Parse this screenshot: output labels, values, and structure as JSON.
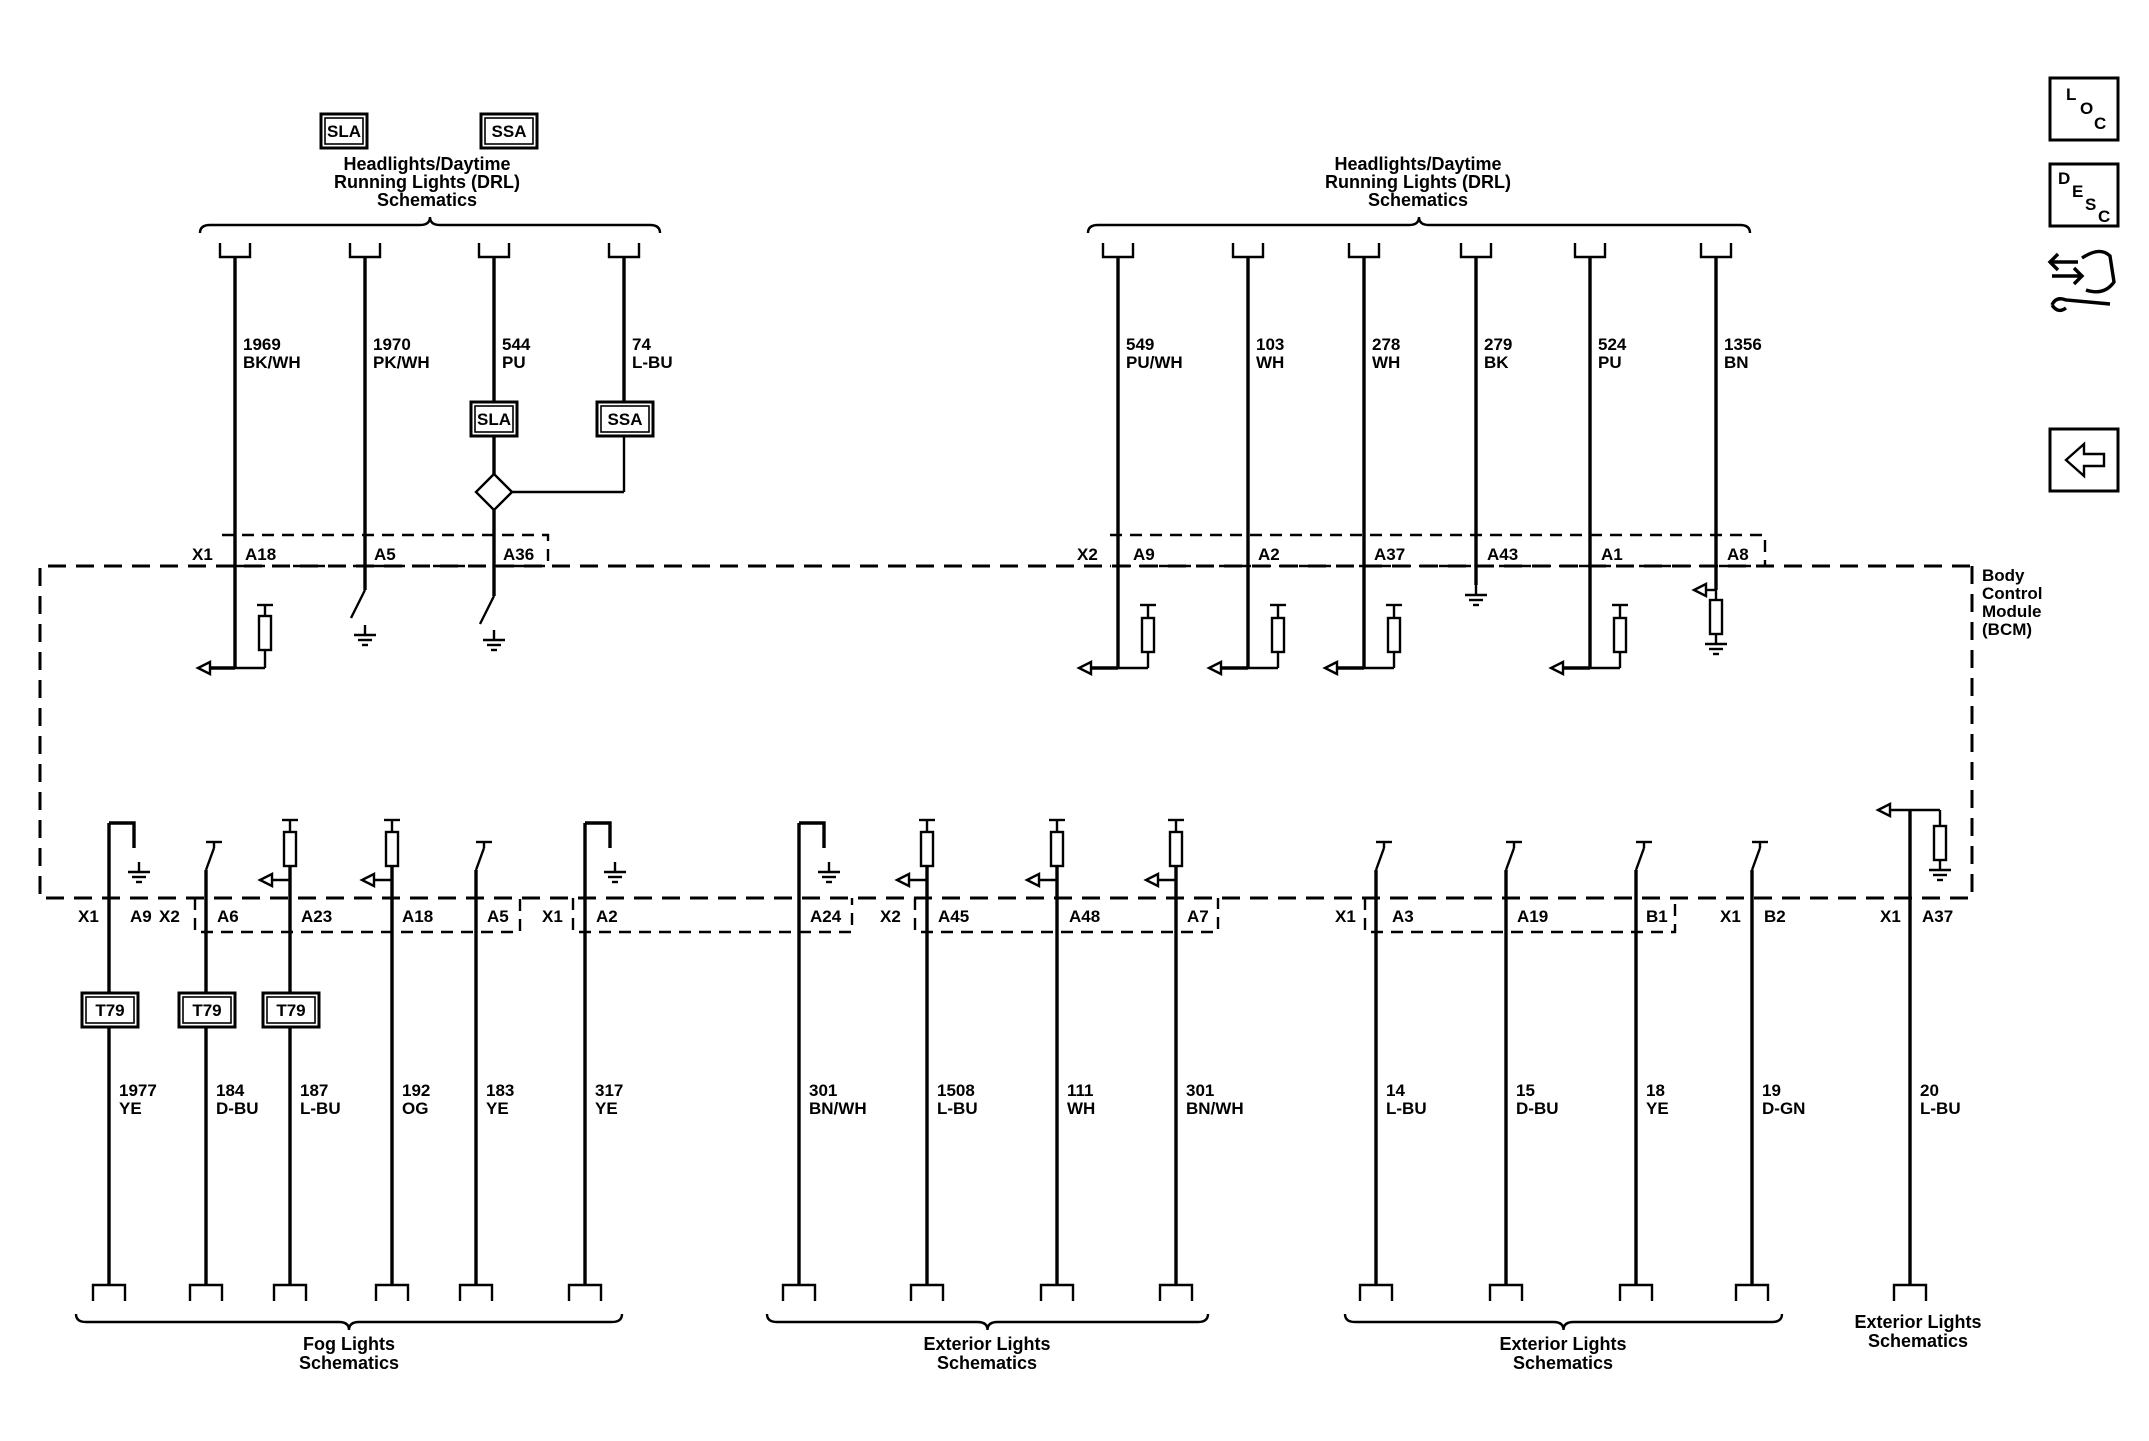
{
  "module": {
    "name_lines": [
      "Body",
      "Control",
      "Module",
      "(BCM)"
    ]
  },
  "top_left": {
    "badges": [
      "SLA",
      "SSA"
    ],
    "group_lines": [
      "Headlights/Daytime",
      "Running Lights (DRL)",
      "Schematics"
    ],
    "connector": "X1",
    "wires": [
      {
        "circuit": "1969",
        "color": "BK/WH",
        "pin": "A18"
      },
      {
        "circuit": "1970",
        "color": "PK/WH",
        "pin": "A5"
      },
      {
        "circuit": "544",
        "color": "PU",
        "pin": "A36"
      },
      {
        "circuit": "74",
        "color": "L-BU",
        "pin": ""
      }
    ],
    "inline_badges": [
      "SLA",
      "SSA"
    ]
  },
  "top_right": {
    "group_lines": [
      "Headlights/Daytime",
      "Running Lights (DRL)",
      "Schematics"
    ],
    "connector": "X2",
    "wires": [
      {
        "circuit": "549",
        "color": "PU/WH",
        "pin": "A9"
      },
      {
        "circuit": "103",
        "color": "WH",
        "pin": "A2"
      },
      {
        "circuit": "278",
        "color": "WH",
        "pin": "A37"
      },
      {
        "circuit": "279",
        "color": "BK",
        "pin": "A43"
      },
      {
        "circuit": "524",
        "color": "PU",
        "pin": "A1"
      },
      {
        "circuit": "1356",
        "color": "BN",
        "pin": "A8"
      }
    ]
  },
  "bottom": {
    "connectors": [
      "X1",
      "X2",
      "X1",
      "X2",
      "X1",
      "X1",
      "X1"
    ],
    "wires": [
      {
        "circuit": "1977",
        "color": "YE",
        "pin": "A9",
        "badge": "T79"
      },
      {
        "circuit": "184",
        "color": "D-BU",
        "pin": "A6",
        "badge": "T79"
      },
      {
        "circuit": "187",
        "color": "L-BU",
        "pin": "A23",
        "badge": "T79"
      },
      {
        "circuit": "192",
        "color": "OG",
        "pin": "A18",
        "badge": ""
      },
      {
        "circuit": "183",
        "color": "YE",
        "pin": "A5",
        "badge": ""
      },
      {
        "circuit": "317",
        "color": "YE",
        "pin": "A2",
        "badge": ""
      },
      {
        "circuit": "301",
        "color": "BN/WH",
        "pin": "A24",
        "badge": ""
      },
      {
        "circuit": "1508",
        "color": "L-BU",
        "pin": "A45",
        "badge": ""
      },
      {
        "circuit": "111",
        "color": "WH",
        "pin": "A48",
        "badge": ""
      },
      {
        "circuit": "301",
        "color": "BN/WH",
        "pin": "A7",
        "badge": ""
      },
      {
        "circuit": "14",
        "color": "L-BU",
        "pin": "A3",
        "badge": ""
      },
      {
        "circuit": "15",
        "color": "D-BU",
        "pin": "A19",
        "badge": ""
      },
      {
        "circuit": "18",
        "color": "YE",
        "pin": "B1",
        "badge": ""
      },
      {
        "circuit": "19",
        "color": "D-GN",
        "pin": "B2",
        "badge": ""
      },
      {
        "circuit": "20",
        "color": "L-BU",
        "pin": "A37",
        "badge": ""
      }
    ],
    "groups": [
      {
        "lines": [
          "Fog Lights",
          "Schematics"
        ]
      },
      {
        "lines": [
          "Exterior Lights",
          "Schematics"
        ]
      },
      {
        "lines": [
          "Exterior Lights",
          "Schematics"
        ]
      },
      {
        "lines": [
          "Exterior Lights",
          "Schematics"
        ]
      }
    ]
  },
  "side_buttons": [
    {
      "icon": "loc-icon",
      "letters": [
        "L",
        "O",
        "C"
      ]
    },
    {
      "icon": "desc-icon",
      "letters": [
        "D",
        "E",
        "S",
        "C"
      ]
    },
    {
      "icon": "connector-wrench-icon"
    },
    {
      "icon": "back-arrow-icon"
    }
  ]
}
